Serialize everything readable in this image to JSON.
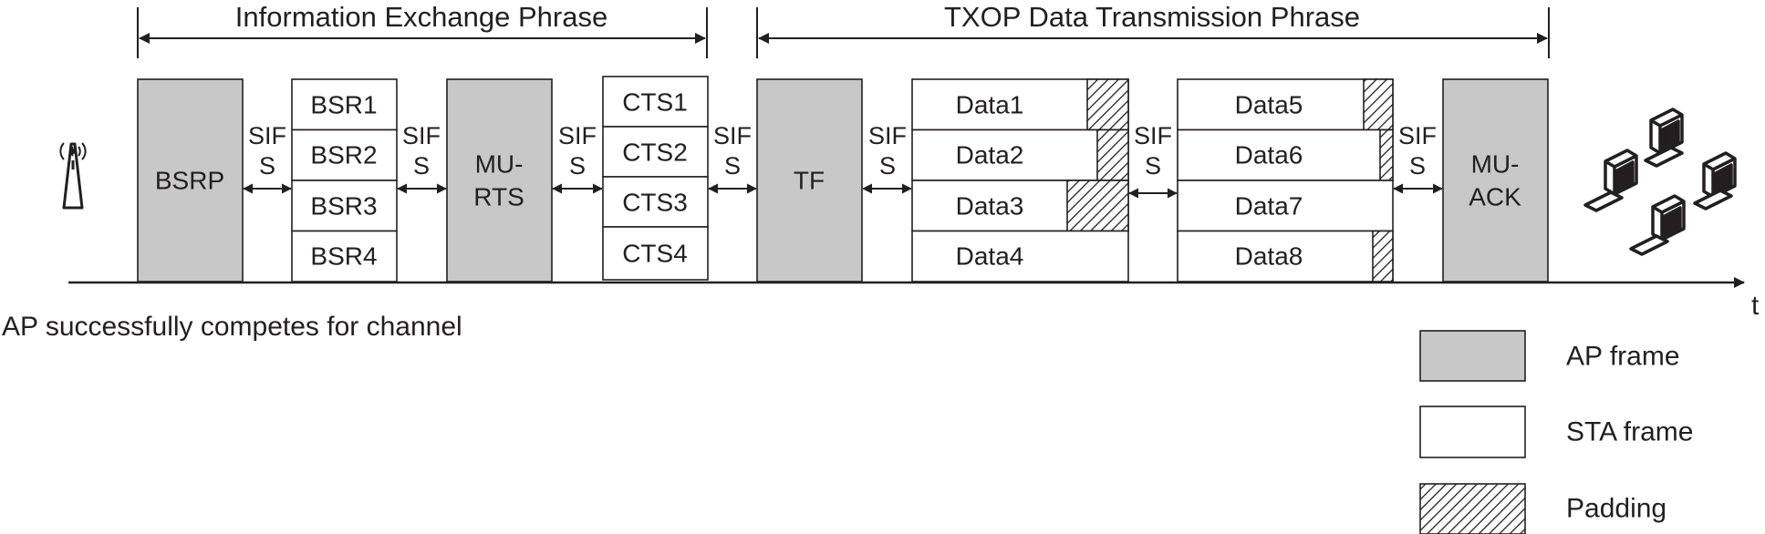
{
  "headers": {
    "info_exchange": "Information Exchange Phrase",
    "txop": "TXOP Data Transmission Phrase"
  },
  "frames": {
    "bsrp": "BSRP",
    "bsr": [
      "BSR1",
      "BSR2",
      "BSR3",
      "BSR4"
    ],
    "mu_rts_line1": "MU-",
    "mu_rts_line2": "RTS",
    "cts": [
      "CTS1",
      "CTS2",
      "CTS3",
      "CTS4"
    ],
    "tf": "TF",
    "data_group1": [
      "Data1",
      "Data2",
      "Data3",
      "Data4"
    ],
    "data_group2": [
      "Data5",
      "Data6",
      "Data7",
      "Data8"
    ],
    "mu_ack_line1": "MU-",
    "mu_ack_line2": "ACK"
  },
  "sifs": {
    "line1": "SIF",
    "line2": "S"
  },
  "caption": "AP successfully competes for channel",
  "time_axis_label": "t",
  "legend": [
    {
      "label": "AP frame",
      "style": "ap"
    },
    {
      "label": "STA frame",
      "style": "sta"
    },
    {
      "label": "Padding",
      "style": "pad"
    }
  ],
  "icons": [
    "access-point-icon",
    "stations-icon"
  ],
  "colors": {
    "ap_fill": "#c8c8c8",
    "sta_fill": "#ffffff",
    "line": "#231f20"
  }
}
